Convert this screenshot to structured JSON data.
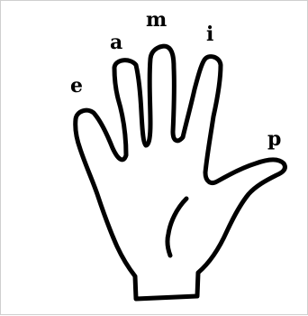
{
  "fingers": [
    {
      "id": "thumb",
      "label": "p"
    },
    {
      "id": "index",
      "label": "i"
    },
    {
      "id": "middle",
      "label": "m"
    },
    {
      "id": "ring",
      "label": "a"
    },
    {
      "id": "little",
      "label": "e"
    }
  ],
  "colors": {
    "outline": "#000000",
    "background": "#ffffff",
    "border": "#cfcfcf"
  }
}
